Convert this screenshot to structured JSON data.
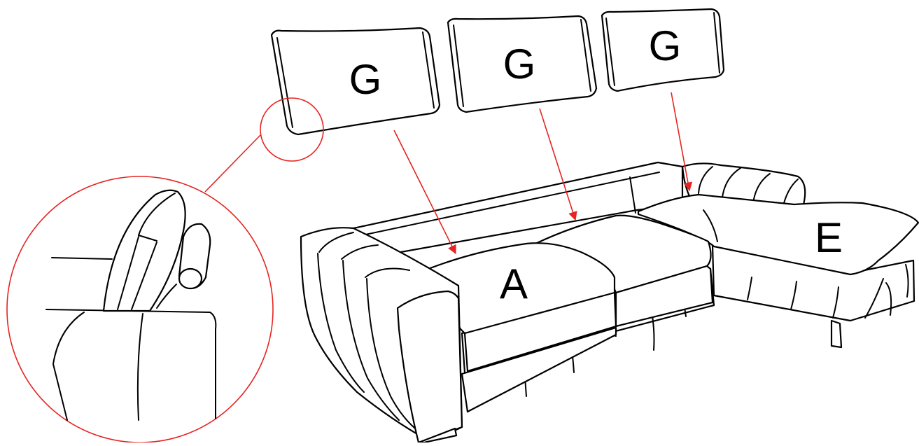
{
  "labels": {
    "headrest_left": "G",
    "headrest_middle": "G",
    "headrest_right": "G",
    "seat_cushion": "A",
    "chaise": "E"
  },
  "colors": {
    "line": "#000000",
    "callout": "#e52521",
    "background": "#ffffff"
  }
}
